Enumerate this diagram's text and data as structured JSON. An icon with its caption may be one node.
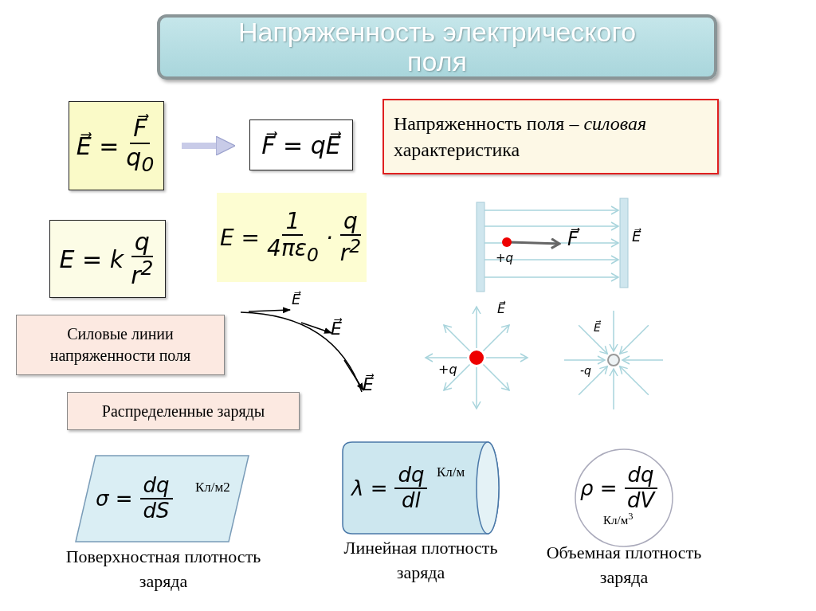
{
  "diagram": {
    "title": "Напряженность электрического поля",
    "nodes": [
      {
        "text": [
          "E⃗ =",
          "F⃗",
          "q$_{0}$"
        ]
      },
      {
        "text": [
          "F⃗ = qE⃗"
        ]
      },
      {
        "text": [
          "Напряженность поля – *силовая* характеристика"
        ]
      },
      {
        "text": [
          "E = k",
          "q",
          "r$^{2}$"
        ]
      },
      {
        "text": [
          "E =",
          "1",
          "4πε$_{0}$",
          "·",
          "q",
          "r$^{2}$"
        ]
      },
      {
        "text": [
          "Силовые линии напряженности поля"
        ]
      },
      {
        "text": [
          "Распределенные заряды"
        ]
      },
      {
        "text": [
          "σ =",
          "dq",
          "dS",
          "Кл/м2"
        ],
        "beside": [
          "Поверхностная плотность заряда"
        ]
      },
      {
        "text": [
          "λ =",
          "dq",
          "dl",
          "Кл/м"
        ],
        "beside": [
          "Линейная плотность заряда"
        ]
      },
      {
        "text": [
          "ρ =",
          "dq",
          "dV",
          "Кл/м$^{3}$"
        ],
        "beside": [
          "Объемная плотность заряда"
        ]
      }
    ],
    "edges": [
      {
        "from": 0,
        "to": 1,
        "arrow": "to"
      }
    ],
    "labels": [
      "F⃗",
      "E⃗",
      "+q",
      "E⃗",
      "E⃗",
      "E⃗",
      "E⃗",
      "+q",
      "E⃗",
      "-q"
    ]
  }
}
